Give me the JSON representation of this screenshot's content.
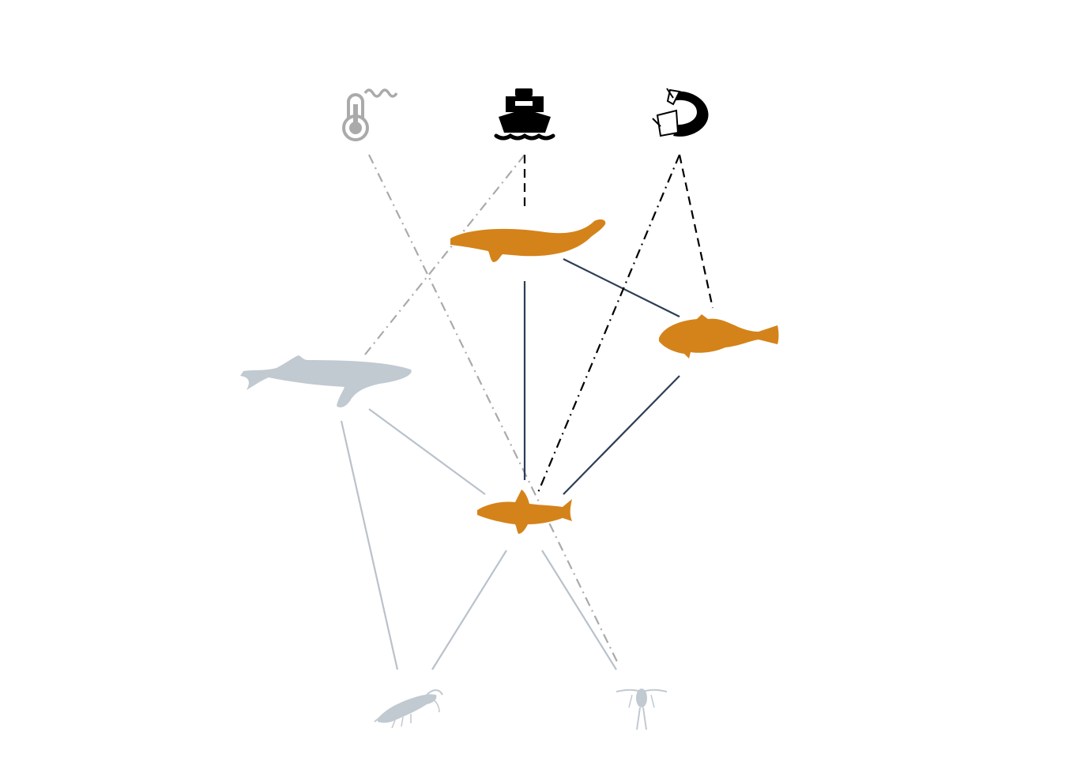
{
  "colors": {
    "background": "#ffffff",
    "highlight_species": "#d4831a",
    "muted_species": "#c1c9d1",
    "muted_link": "#b9c2cb",
    "active_link": "#2c3e55",
    "driver_active": "#000000",
    "driver_muted": "#aaaaaa",
    "driver_link_muted": "#aaaaaa"
  },
  "drivers": [
    {
      "id": "temperature",
      "icon": "thermometer-icon",
      "state": "muted"
    },
    {
      "id": "shipping",
      "icon": "ship-icon",
      "state": "active"
    },
    {
      "id": "fishing",
      "icon": "fishing-net-icon",
      "state": "active"
    }
  ],
  "species": [
    {
      "id": "beluga",
      "icon": "beluga-whale-icon",
      "state": "highlighted"
    },
    {
      "id": "humpback",
      "icon": "humpback-whale-icon",
      "state": "muted"
    },
    {
      "id": "cod",
      "icon": "cod-icon",
      "state": "highlighted"
    },
    {
      "id": "capelin",
      "icon": "capelin-icon",
      "state": "highlighted"
    },
    {
      "id": "krill",
      "icon": "krill-icon",
      "state": "muted"
    },
    {
      "id": "copepod",
      "icon": "copepod-icon",
      "state": "muted"
    }
  ],
  "trophic_links": [
    {
      "from": "beluga",
      "to": "capelin",
      "state": "active"
    },
    {
      "from": "beluga",
      "to": "cod",
      "state": "active"
    },
    {
      "from": "cod",
      "to": "capelin",
      "state": "active"
    },
    {
      "from": "humpback",
      "to": "capelin",
      "state": "muted"
    },
    {
      "from": "humpback",
      "to": "krill",
      "state": "muted"
    },
    {
      "from": "capelin",
      "to": "krill",
      "state": "muted"
    },
    {
      "from": "capelin",
      "to": "copepod",
      "state": "muted"
    }
  ],
  "driver_links": [
    {
      "from": "temperature",
      "to": "copepod",
      "state": "muted",
      "style": "dash-dot"
    },
    {
      "from": "shipping",
      "to": "humpback",
      "state": "muted",
      "style": "dash-dot"
    },
    {
      "from": "shipping",
      "to": "beluga",
      "state": "active",
      "style": "dashed"
    },
    {
      "from": "fishing",
      "to": "capelin",
      "state": "active",
      "style": "dash-dot"
    },
    {
      "from": "fishing",
      "to": "cod",
      "state": "active",
      "style": "dashed"
    }
  ]
}
